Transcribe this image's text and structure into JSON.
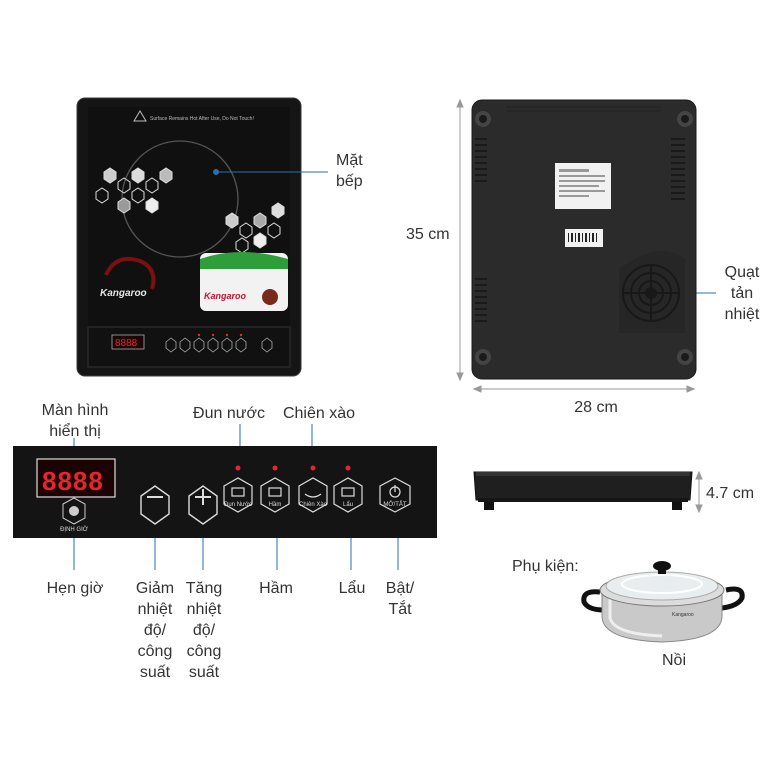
{
  "labels": {
    "mat_bep": [
      "Mặt",
      "bếp"
    ],
    "size_height": "35 cm",
    "quat": [
      "Quạt",
      "tản",
      "nhiệt"
    ],
    "size_width": "28 cm",
    "man_hinh": [
      "Màn hình",
      "hiển thị"
    ],
    "dun_nuoc": "Đun nước",
    "chien_xao": "Chiên xào",
    "size_thickness": "4.7 cm",
    "hen_gio": "Hẹn giờ",
    "giam": [
      "Giảm",
      "nhiệt",
      "độ/",
      "công",
      "suất"
    ],
    "tang": [
      "Tăng",
      "nhiệt",
      "độ/",
      "công",
      "suất"
    ],
    "ham": "Hầm",
    "lau": "Lẩu",
    "bat_tat": [
      "Bật/",
      "Tắt"
    ],
    "phu_kien": "Phụ kiện:",
    "noi": "Nồi"
  },
  "panel": {
    "display_value": "8888",
    "timer_label": "ĐỊNH GIỜ",
    "buttons": [
      "Đun Nước",
      "Hầm",
      "Chiên Xào",
      "Lẩu",
      "MỞ/TẮT"
    ]
  },
  "product": {
    "brand": "Kangaroo",
    "warning": "Surface Remains Hot After Use, Do Not Touch!",
    "pot_brand": "Kangaroo"
  },
  "colors": {
    "stove_black": "#141414",
    "back_gray": "#2b2b2b",
    "led_red": "#e8242d",
    "leader_blue": "#2a6fb0",
    "dim_gray": "#999999"
  }
}
